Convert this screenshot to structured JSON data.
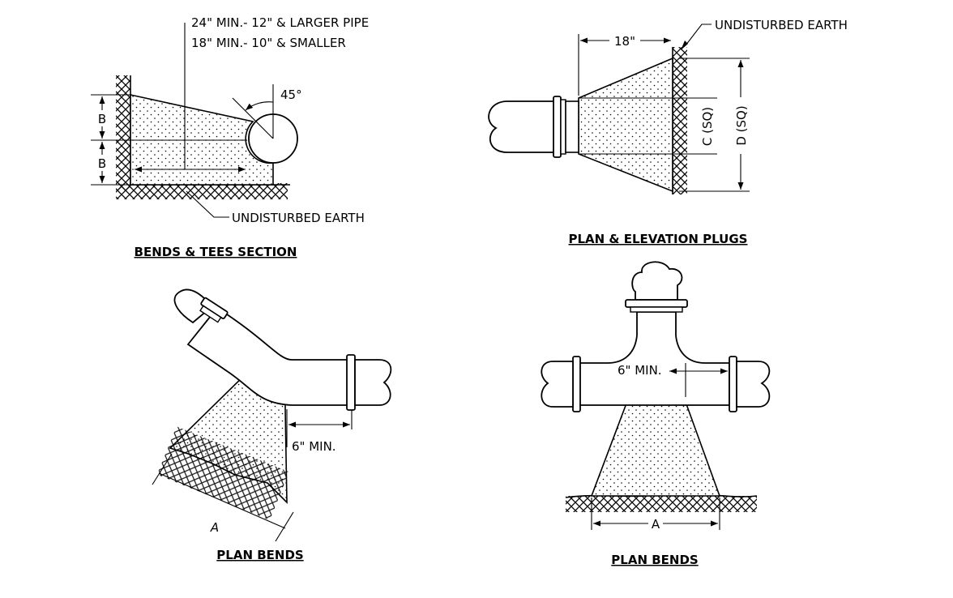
{
  "views": {
    "bends_tees_section": {
      "title": "BENDS & TEES SECTION",
      "note_line1": "24\" MIN.- 12\" & LARGER PIPE",
      "note_line2": "18\" MIN.- 10\" & SMALLER",
      "angle": "45°",
      "dim_b_upper": "B",
      "dim_b_lower": "B",
      "earth_label": "UNDISTURBED EARTH"
    },
    "plan_elevation_plugs": {
      "title": "PLAN & ELEVATION PLUGS",
      "dim_width": "18\"",
      "dim_c": "C (SQ)",
      "dim_d": "D (SQ)",
      "earth_label": "UNDISTURBED EARTH"
    },
    "plan_bends_left": {
      "title": "PLAN BENDS",
      "dim_a": "A",
      "dim_min": "6\" MIN."
    },
    "plan_bends_right": {
      "title": "PLAN BENDS",
      "dim_a": "A",
      "dim_min": "6\" MIN."
    }
  }
}
